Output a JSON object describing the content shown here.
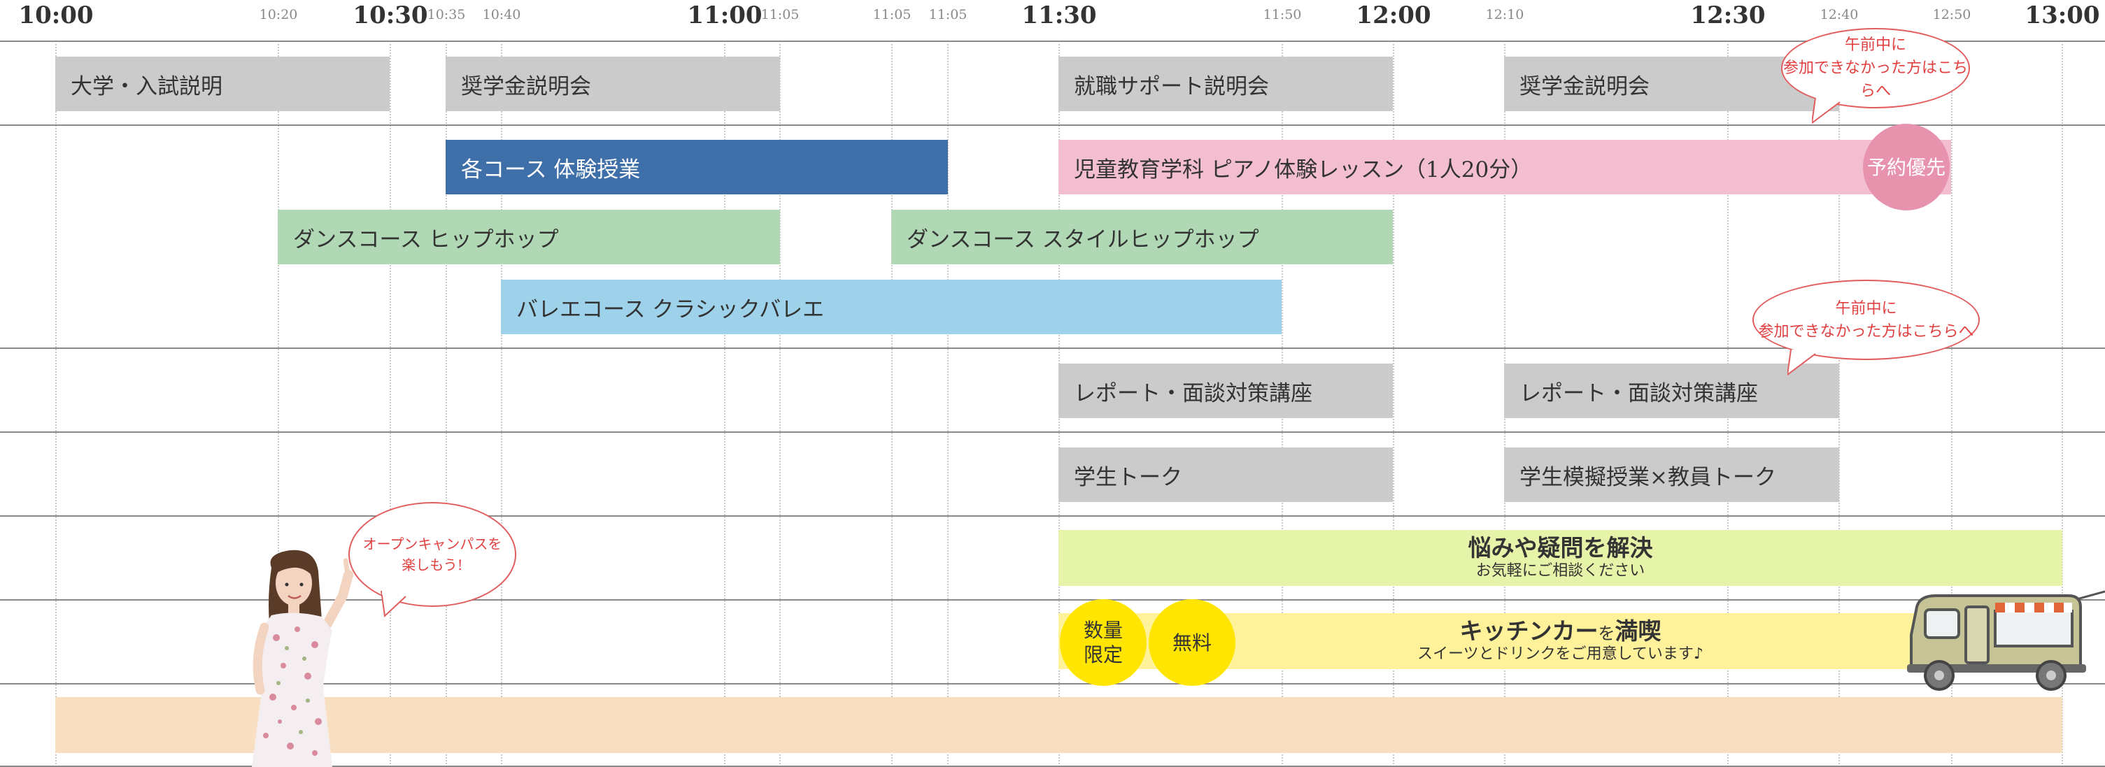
{
  "timeline": {
    "major_ticks": [
      "10:00",
      "10:30",
      "11:00",
      "11:30",
      "12:00",
      "12:30",
      "13:00"
    ],
    "minor_ticks": [
      "10:20",
      "10:35",
      "10:40",
      "11:05",
      "11:05",
      "11:05",
      "11:50",
      "12:10",
      "12:40",
      "12:50"
    ]
  },
  "sessions": {
    "admission": "大学・入試説明",
    "scholarship_1": "奨学金説明会",
    "career": "就職サポート説明会",
    "scholarship_2": "奨学金説明会",
    "course_trial": "各コース 体験授業",
    "piano": "児童教育学科 ピアノ体験レッスン（1人20分）",
    "piano_badge": "予約優先",
    "dance_hiphop": "ダンスコース ヒップホップ",
    "dance_style": "ダンスコース スタイルヒップホップ",
    "ballet": "バレエコース クラシックバレエ",
    "report_1": "レポート・面談対策講座",
    "report_2": "レポート・面談対策講座",
    "student_talk": "学生トーク",
    "mock_class": "学生模擬授業×教員トーク"
  },
  "consult": {
    "title": "悩みや疑問を解決",
    "subtitle": "お気軽にご相談ください"
  },
  "kitchen": {
    "title_a": "キッチンカー",
    "title_particle": "を",
    "title_b": "満喫",
    "subtitle": "スイーツとドリンクをご用意しています♪",
    "badge_limited_1": "数量",
    "badge_limited_2": "限定",
    "badge_free": "無料"
  },
  "bubbles": {
    "top_line1": "午前中に",
    "top_line2": "参加できなかった方はこちらへ",
    "mid_line1": "午前中に",
    "mid_line2": "参加できなかった方はこちらへ",
    "person_line1": "オープンキャンパスを",
    "person_line2": "楽しもう!"
  },
  "icons": {
    "person": "student-illustration",
    "truck": "food-truck-icon"
  },
  "colors": {
    "gray": "#cbcbcb",
    "blue": "#3e6fa8",
    "pink": "#f3bfd0",
    "green": "#b0d8b5",
    "lightblue": "#9ed2ea",
    "lime": "#e6f4a9",
    "yellow": "#fff29a",
    "peach": "#f9dfc1",
    "badge_pink": "#e893ad",
    "badge_yellow": "#ffe500",
    "bubble_red": "#e25d5d"
  }
}
